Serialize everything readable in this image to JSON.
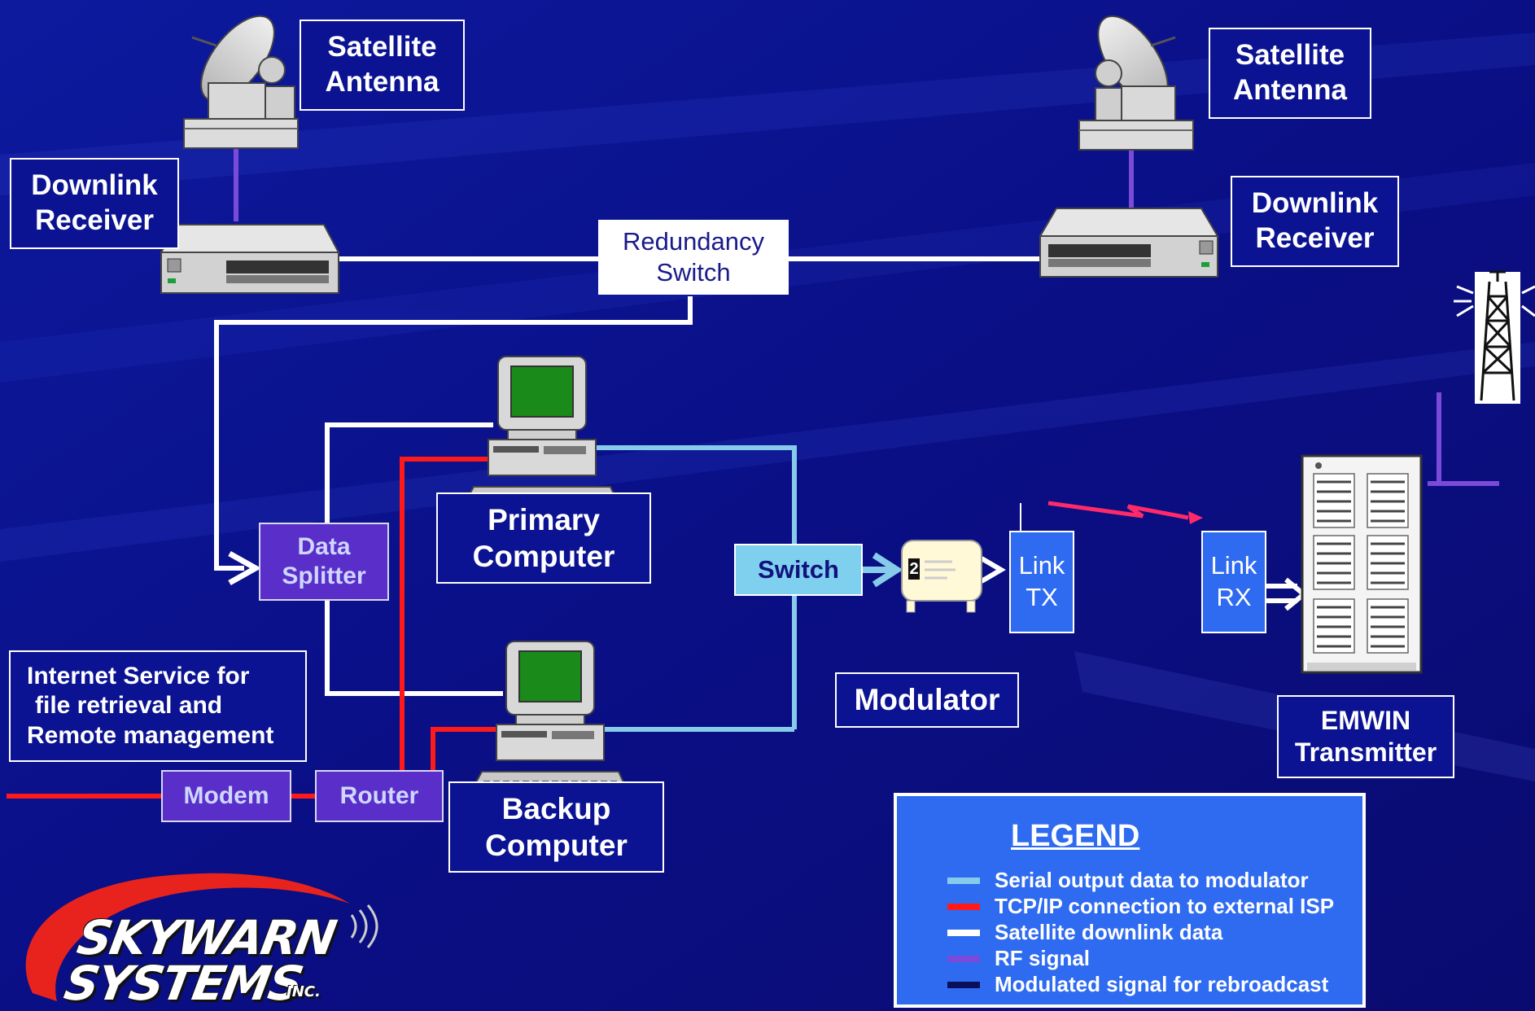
{
  "colors": {
    "background": "#0a0f8c",
    "serial_line": "#87cbea",
    "tcpip_line": "#ff1a1a",
    "downlink_line": "#ffffff",
    "rf_line": "#7b4ad8",
    "modulated_line": "#0a0f5c",
    "label_border": "#ffffff",
    "splitter_fill": "#5a2fc9",
    "switch_fill": "#7ed0ee",
    "link_fill": "#2f6bf0",
    "logo_red": "#e8231e"
  },
  "nodes": {
    "sat_antenna_left": {
      "line1": "Satellite",
      "line2": "Antenna",
      "icon": "satellite-dish-icon"
    },
    "sat_antenna_right": {
      "line1": "Satellite",
      "line2": "Antenna",
      "icon": "satellite-dish-icon"
    },
    "downlink_left": {
      "line1": "Downlink",
      "line2": "Receiver",
      "icon": "receiver-unit-icon"
    },
    "downlink_right": {
      "line1": "Downlink",
      "line2": "Receiver",
      "icon": "receiver-unit-icon"
    },
    "redundancy_switch": {
      "line1": "Redundancy",
      "line2": "Switch"
    },
    "data_splitter": {
      "line1": "Data",
      "line2": "Splitter"
    },
    "primary_computer": {
      "line1": "Primary",
      "line2": "Computer",
      "icon": "desktop-computer-icon"
    },
    "backup_computer": {
      "line1": "Backup",
      "line2": "Computer",
      "icon": "desktop-computer-icon"
    },
    "internet_service": {
      "line1": "Internet Service for",
      "line2": "file retrieval and",
      "line3": "Remote management"
    },
    "modem": {
      "label": "Modem"
    },
    "router": {
      "label": "Router"
    },
    "switch": {
      "label": "Switch"
    },
    "modulator": {
      "label": "Modulator",
      "icon": "modulator-device-icon",
      "badge": "2"
    },
    "link_tx": {
      "line1": "Link",
      "line2": "TX"
    },
    "link_rx": {
      "line1": "Link",
      "line2": "RX"
    },
    "emwin_transmitter": {
      "line1": "EMWIN",
      "line2": "Transmitter",
      "icon": "transmitter-cabinet-icon"
    },
    "tower": {
      "icon": "radio-tower-icon"
    }
  },
  "legend": {
    "title": "LEGEND",
    "items": [
      {
        "label": "Serial output data to modulator",
        "color": "#87cbea"
      },
      {
        "label": "TCP/IP connection to external ISP",
        "color": "#ff1a1a"
      },
      {
        "label": "Satellite downlink data",
        "color": "#ffffff"
      },
      {
        "label": "RF signal",
        "color": "#7b4ad8"
      },
      {
        "label": "Modulated signal for rebroadcast",
        "color": "#0a0f5c"
      }
    ]
  },
  "logo": {
    "line1": "SKYWARN",
    "line2": "SYSTEMS",
    "suffix": "INC."
  }
}
